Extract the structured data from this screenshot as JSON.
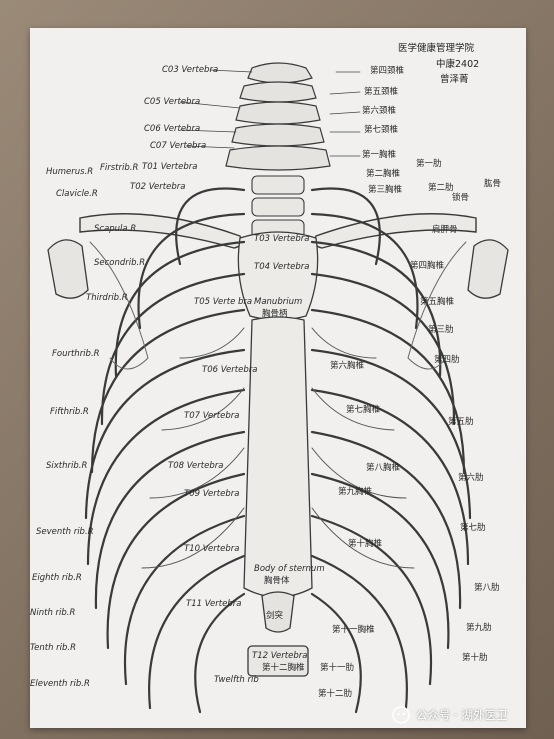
{
  "header": {
    "school": "医学健康管理学院",
    "class": "中康2402",
    "author": "曾泽菁"
  },
  "labels_left": [
    {
      "text": "C03 Vertebra"
    },
    {
      "text": "C05 Vertebra"
    },
    {
      "text": "C06 Vertebra"
    },
    {
      "text": "C07 Vertebra"
    },
    {
      "text": "Humerus.R"
    },
    {
      "text": "Firstrib.R"
    },
    {
      "text": "T01 Vertebra"
    },
    {
      "text": "Clavicle.R"
    },
    {
      "text": "T02 Vertebra"
    },
    {
      "text": "Scapula.R"
    },
    {
      "text": "Secondrib.R"
    },
    {
      "text": "Thirdrib.R"
    },
    {
      "text": "Fourthrib.R"
    },
    {
      "text": "Fifthrib.R"
    },
    {
      "text": "Sixthrib.R"
    },
    {
      "text": "Seventh rib.R"
    },
    {
      "text": "Eighth rib.R"
    },
    {
      "text": "Ninth rib.R"
    },
    {
      "text": "Tenth rib.R"
    },
    {
      "text": "Eleventh rib.R"
    }
  ],
  "labels_right": [
    {
      "text": "第四颈椎"
    },
    {
      "text": "第五颈椎"
    },
    {
      "text": "第六颈椎"
    },
    {
      "text": "第七颈椎"
    },
    {
      "text": "第一胸椎"
    },
    {
      "text": "第二胸椎"
    },
    {
      "text": "第一肋"
    },
    {
      "text": "第三胸椎"
    },
    {
      "text": "第二肋"
    },
    {
      "text": "锁骨"
    },
    {
      "text": "肱骨"
    },
    {
      "text": "肩胛骨"
    },
    {
      "text": "第四胸椎"
    },
    {
      "text": "第五胸椎"
    },
    {
      "text": "第三肋"
    },
    {
      "text": "第四肋"
    },
    {
      "text": "第五肋"
    },
    {
      "text": "第六肋"
    },
    {
      "text": "第七肋"
    },
    {
      "text": "第八肋"
    },
    {
      "text": "第九肋"
    },
    {
      "text": "第十肋"
    }
  ],
  "labels_center": [
    {
      "text": "T03 Vertebra"
    },
    {
      "text": "T04 Vertebra"
    },
    {
      "text": "T05 Verte bra"
    },
    {
      "text": "Manubrium"
    },
    {
      "text": "胸骨柄"
    },
    {
      "text": "T06 Vertebra"
    },
    {
      "text": "T07 Vertebra"
    },
    {
      "text": "T08 Vertebra"
    },
    {
      "text": "T09 Vertebra"
    },
    {
      "text": "T10 Vertebra"
    },
    {
      "text": "T11 Vertebra"
    },
    {
      "text": "Body of sternum"
    },
    {
      "text": "胸骨体"
    },
    {
      "text": "剑突"
    },
    {
      "text": "T12 Vertebra"
    },
    {
      "text": "第十二胸椎"
    },
    {
      "text": "Twelfth rib"
    },
    {
      "text": "第六胸椎"
    },
    {
      "text": "第七胸椎"
    },
    {
      "text": "第八胸椎"
    },
    {
      "text": "第九胸椎"
    },
    {
      "text": "第十胸椎"
    },
    {
      "text": "第十一胸椎"
    },
    {
      "text": "第十一肋"
    },
    {
      "text": "第十二肋"
    }
  ],
  "watermark": {
    "text": "公众号 · 湖外医卫"
  },
  "colors": {
    "paper": "#f1f0ee",
    "pencil": "#3a3a3a",
    "table": "#8a7a6a"
  }
}
